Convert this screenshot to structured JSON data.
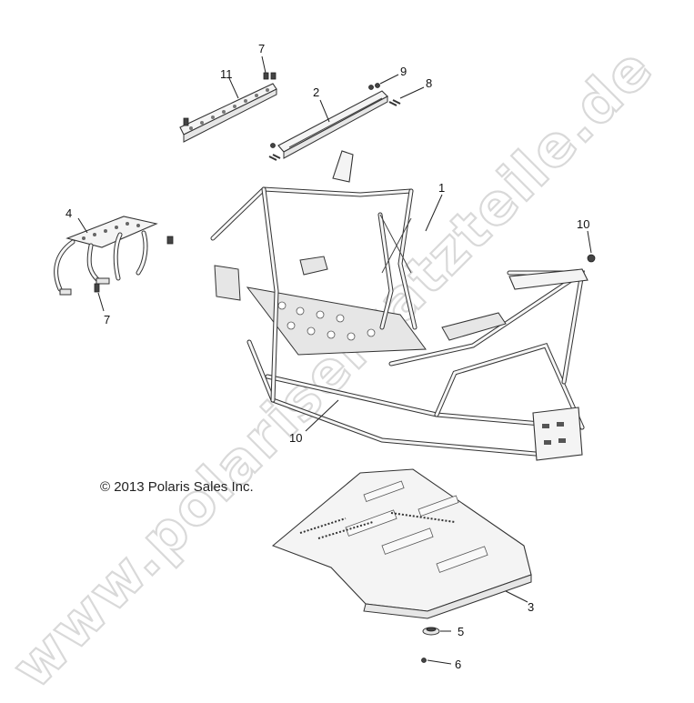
{
  "watermark": {
    "text": "www.polarisersatzteile.de"
  },
  "copyright": "© 2013 Polaris Sales Inc.",
  "callouts": [
    {
      "id": "c1",
      "label": "1"
    },
    {
      "id": "c2",
      "label": "2"
    },
    {
      "id": "c3",
      "label": "3"
    },
    {
      "id": "c4",
      "label": "4"
    },
    {
      "id": "c5",
      "label": "5"
    },
    {
      "id": "c6",
      "label": "6"
    },
    {
      "id": "c7a",
      "label": "7"
    },
    {
      "id": "c7b",
      "label": "7"
    },
    {
      "id": "c8",
      "label": "8"
    },
    {
      "id": "c9",
      "label": "9"
    },
    {
      "id": "c10a",
      "label": "10"
    },
    {
      "id": "c10b",
      "label": "10"
    },
    {
      "id": "c11",
      "label": "11"
    }
  ]
}
